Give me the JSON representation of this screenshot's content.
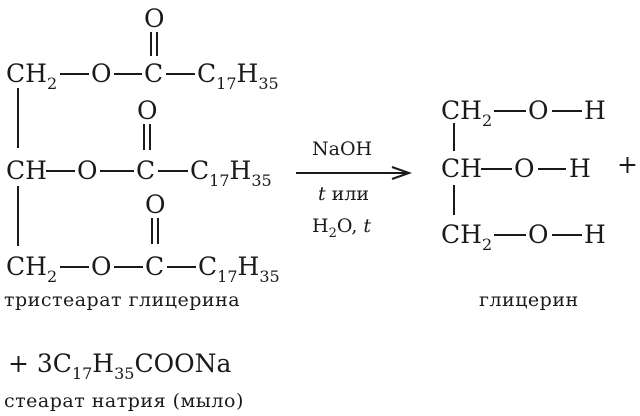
{
  "reactant": {
    "rows": [
      {
        "group": "CH",
        "group_sub": "2",
        "o": "O",
        "c": "C",
        "chain": "C",
        "n1": "17",
        "h": "H",
        "n2": "35"
      },
      {
        "group": "CH",
        "group_sub": "",
        "o": "O",
        "c": "C",
        "chain": "C",
        "n1": "17",
        "h": "H",
        "n2": "35"
      },
      {
        "group": "CH",
        "group_sub": "2",
        "o": "O",
        "c": "C",
        "chain": "C",
        "n1": "17",
        "h": "H",
        "n2": "35"
      }
    ],
    "carbonyl_o": "O",
    "name": "тристеарат глицерина"
  },
  "conditions": {
    "above": "NaOH",
    "below1_italic": "t",
    "below1": " или",
    "below2_h": "H",
    "below2_sub": "2",
    "below2_rest": "O, ",
    "below2_italic": "t"
  },
  "product": {
    "rows": [
      {
        "group": "CH",
        "group_sub": "2",
        "o": "O",
        "h": "H"
      },
      {
        "group": "CH",
        "group_sub": "",
        "o": "O",
        "h": "H"
      },
      {
        "group": "CH",
        "group_sub": "2",
        "o": "O",
        "h": "H"
      }
    ],
    "plus": "+",
    "name": "глицерин"
  },
  "second_product": {
    "prefix": "+ 3C",
    "n1": "17",
    "h": "H",
    "n2": "35",
    "tail": "COONa",
    "name": "стеарат натрия (мыло)"
  }
}
